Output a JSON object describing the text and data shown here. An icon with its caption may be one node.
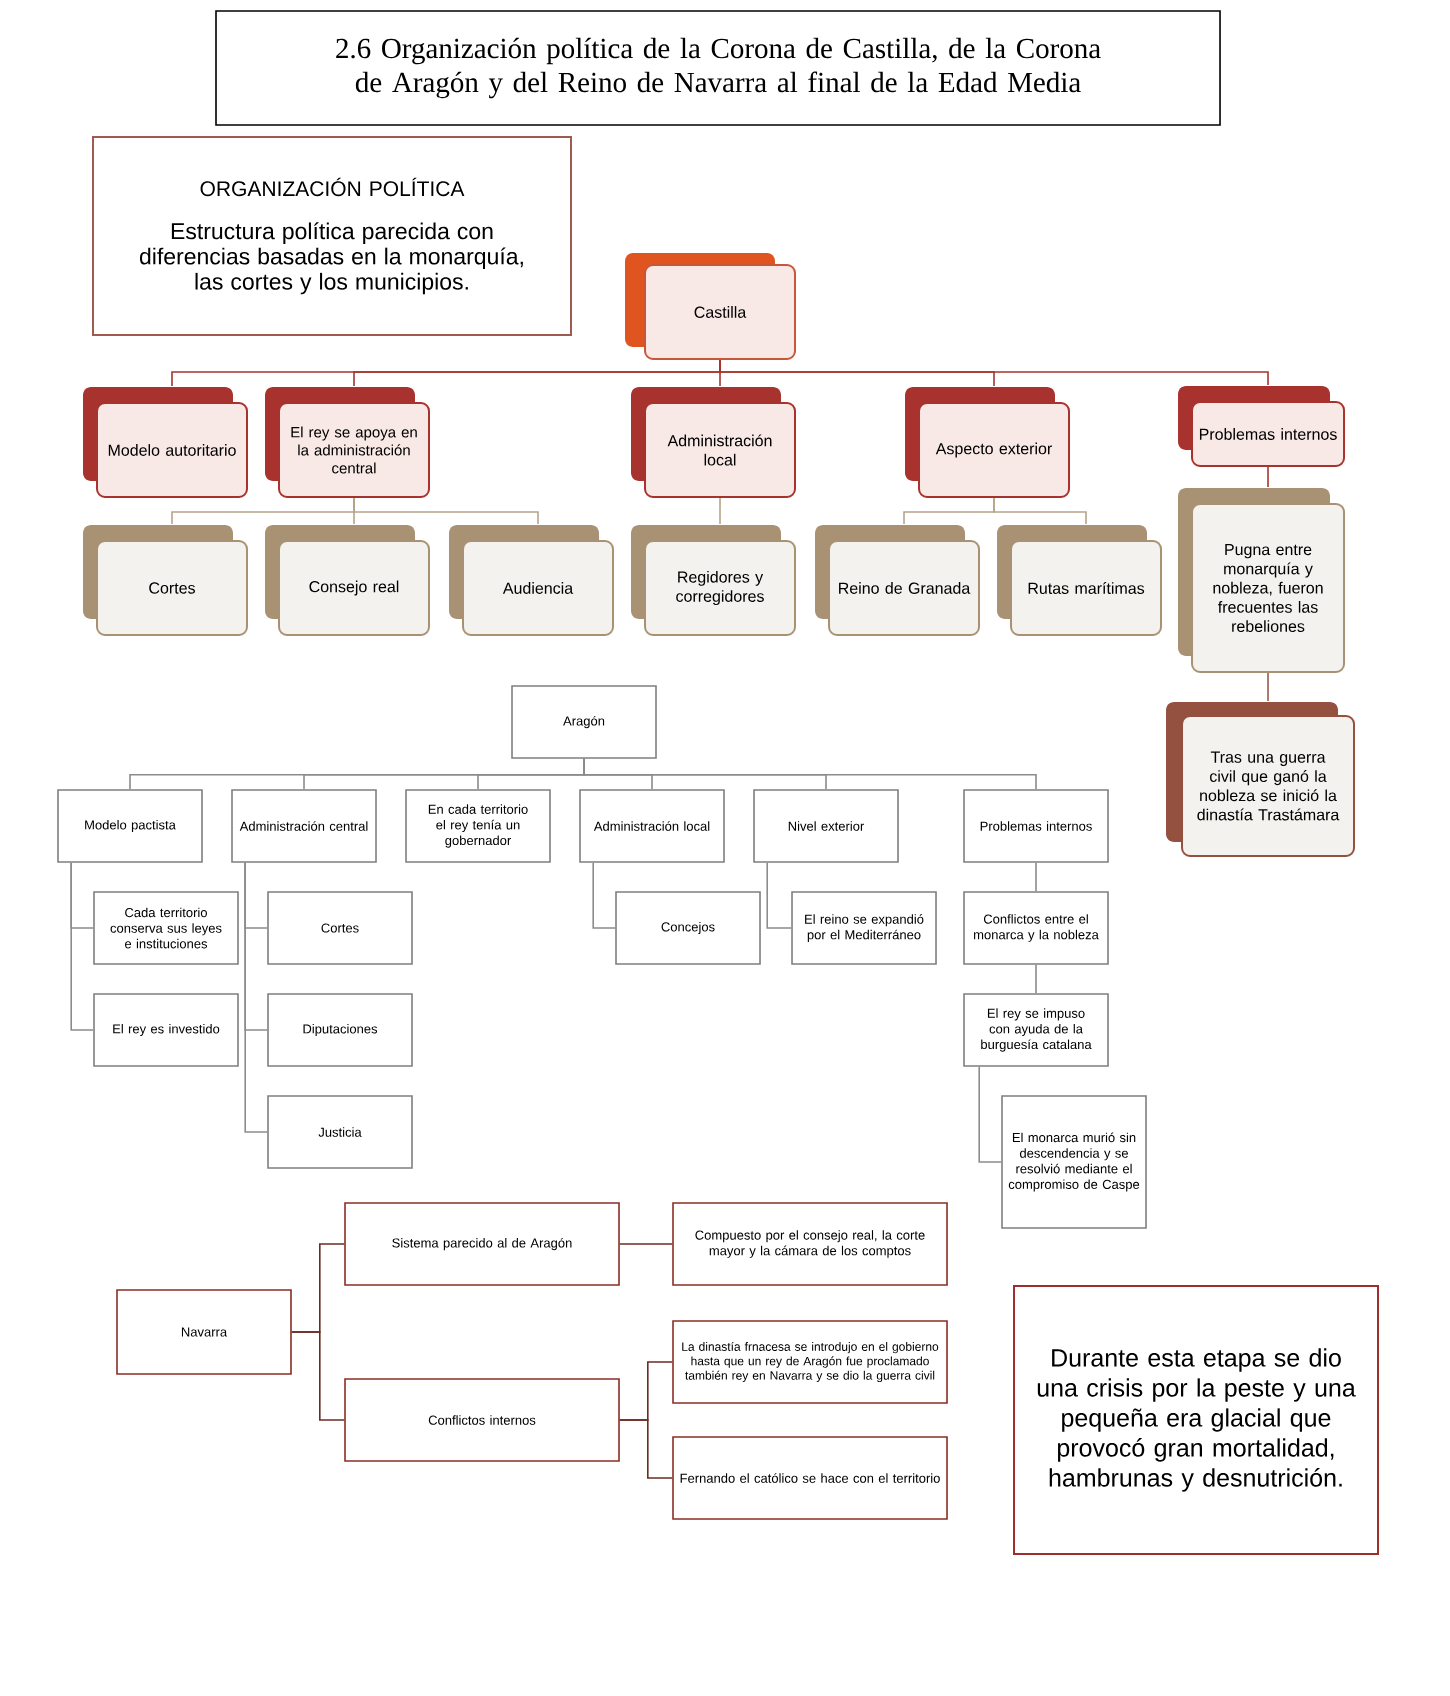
{
  "diagram": {
    "title": "2.6 Organización política de la Corona de Castilla, de la Corona de Aragón y del Reino de Navarra al final de la Edad Media",
    "nodes": [
      {
        "text": [
          "ORGANIZACIÓN POLÍTICA",
          "Estructura política parecida con diferencias basadas en la monarquía, las cortes y los municipios."
        ]
      },
      {
        "text": [
          "Castilla"
        ]
      },
      {
        "text": [
          "Modelo autoritario"
        ]
      },
      {
        "text": [
          "El rey se apoya en la administración central"
        ]
      },
      {
        "text": [
          "Administración local"
        ]
      },
      {
        "text": [
          "Aspecto exterior"
        ]
      },
      {
        "text": [
          "Problemas internos"
        ]
      },
      {
        "text": [
          "Cortes"
        ]
      },
      {
        "text": [
          "Consejo real"
        ]
      },
      {
        "text": [
          "Audiencia"
        ]
      },
      {
        "text": [
          "Regidores y corregidores"
        ]
      },
      {
        "text": [
          "Reino de Granada"
        ]
      },
      {
        "text": [
          "Rutas marítimas"
        ]
      },
      {
        "text": [
          "Pugna entre monarquía y nobleza, fueron frecuentes las rebeliones"
        ]
      },
      {
        "text": [
          "Tras una guerra civil que ganó la nobleza se inició la dinastía Trastámara"
        ]
      },
      {
        "text": [
          "Aragón"
        ]
      },
      {
        "text": [
          "Modelo pactista"
        ]
      },
      {
        "text": [
          "Administración central"
        ]
      },
      {
        "text": [
          "En cada territorio el rey tenía un gobernador"
        ]
      },
      {
        "text": [
          "Administración local"
        ]
      },
      {
        "text": [
          "Nivel exterior"
        ]
      },
      {
        "text": [
          "Problemas internos"
        ]
      },
      {
        "text": [
          "Cada territorio conserva sus leyes e instituciones"
        ]
      },
      {
        "text": [
          "El rey es investido"
        ]
      },
      {
        "text": [
          "Cortes"
        ]
      },
      {
        "text": [
          "Diputaciones"
        ]
      },
      {
        "text": [
          "Justicia"
        ]
      },
      {
        "text": [
          "Concejos"
        ]
      },
      {
        "text": [
          "El reino se expandió por el Mediterráneo"
        ]
      },
      {
        "text": [
          "Conflictos entre el monarca y la nobleza"
        ]
      },
      {
        "text": [
          "El rey se impuso con ayuda de la burguesía catalana"
        ]
      },
      {
        "text": [
          "El monarca murió sin descendencia y se resolvió mediante el compromiso de Caspe"
        ]
      },
      {
        "text": [
          "Navarra"
        ]
      },
      {
        "text": [
          "Sistema parecido al de Aragón"
        ]
      },
      {
        "text": [
          "Compuesto por el consejo real, la corte mayor y la cámara de los comptos"
        ]
      },
      {
        "text": [
          "Conflictos internos"
        ]
      },
      {
        "text": [
          "La dinastía frnacesa se introdujo en el gobierno hasta que un rey de Aragón fue proclamado también rey en Navarra y se dio la guerra civil"
        ]
      },
      {
        "text": [
          "Fernando el católico se hace con el territorio"
        ]
      },
      {
        "text": [
          "Durante esta etapa se dio una crisis por la peste y una pequeña era glacial que provocó gran mortalidad, hambrunas y desnutrición."
        ]
      }
    ],
    "edges": [
      {
        "from": 1,
        "to": 2,
        "arrow": "none",
        "color": "#a5352e"
      },
      {
        "from": 1,
        "to": 3,
        "arrow": "none",
        "color": "#a5352e"
      },
      {
        "from": 1,
        "to": 4,
        "arrow": "none",
        "color": "#a5352e"
      },
      {
        "from": 1,
        "to": 5,
        "arrow": "none",
        "color": "#a5352e"
      },
      {
        "from": 1,
        "to": 6,
        "arrow": "none",
        "color": "#a5352e"
      },
      {
        "from": 3,
        "to": 7,
        "arrow": "none",
        "color": "#b5a48a"
      },
      {
        "from": 3,
        "to": 8,
        "arrow": "none",
        "color": "#b5a48a"
      },
      {
        "from": 3,
        "to": 9,
        "arrow": "none",
        "color": "#b5a48a"
      },
      {
        "from": 4,
        "to": 10,
        "arrow": "none",
        "color": "#b5a48a"
      },
      {
        "from": 5,
        "to": 11,
        "arrow": "none",
        "color": "#b5a48a"
      },
      {
        "from": 5,
        "to": 12,
        "arrow": "none",
        "color": "#b5a48a"
      },
      {
        "from": 6,
        "to": 13,
        "arrow": "none",
        "color": "#a5352e"
      },
      {
        "from": 13,
        "to": 14,
        "arrow": "none",
        "color": "#9b5a4b"
      },
      {
        "from": 15,
        "to": 16,
        "arrow": "none"
      },
      {
        "from": 15,
        "to": 17,
        "arrow": "none"
      },
      {
        "from": 15,
        "to": 18,
        "arrow": "none"
      },
      {
        "from": 15,
        "to": 19,
        "arrow": "none"
      },
      {
        "from": 15,
        "to": 20,
        "arrow": "none"
      },
      {
        "from": 15,
        "to": 21,
        "arrow": "none"
      },
      {
        "from": 16,
        "to": 22,
        "arrow": "none"
      },
      {
        "from": 16,
        "to": 23,
        "arrow": "none"
      },
      {
        "from": 17,
        "to": 24,
        "arrow": "none"
      },
      {
        "from": 17,
        "to": 25,
        "arrow": "none"
      },
      {
        "from": 17,
        "to": 26,
        "arrow": "none"
      },
      {
        "from": 19,
        "to": 27,
        "arrow": "none"
      },
      {
        "from": 20,
        "to": 28,
        "arrow": "none"
      },
      {
        "from": 21,
        "to": 29,
        "arrow": "none"
      },
      {
        "from": 29,
        "to": 30,
        "arrow": "none"
      },
      {
        "from": 30,
        "to": 31,
        "arrow": "none"
      },
      {
        "from": 32,
        "to": 33,
        "arrow": "none",
        "color": "#6b2b22"
      },
      {
        "from": 32,
        "to": 35,
        "arrow": "none",
        "color": "#6b2b22"
      },
      {
        "from": 33,
        "to": 34,
        "arrow": "none",
        "color": "#6b2b22"
      },
      {
        "from": 35,
        "to": 36,
        "arrow": "none",
        "color": "#6b2b22"
      },
      {
        "from": 35,
        "to": 37,
        "arrow": "none",
        "color": "#6b2b22"
      }
    ]
  }
}
